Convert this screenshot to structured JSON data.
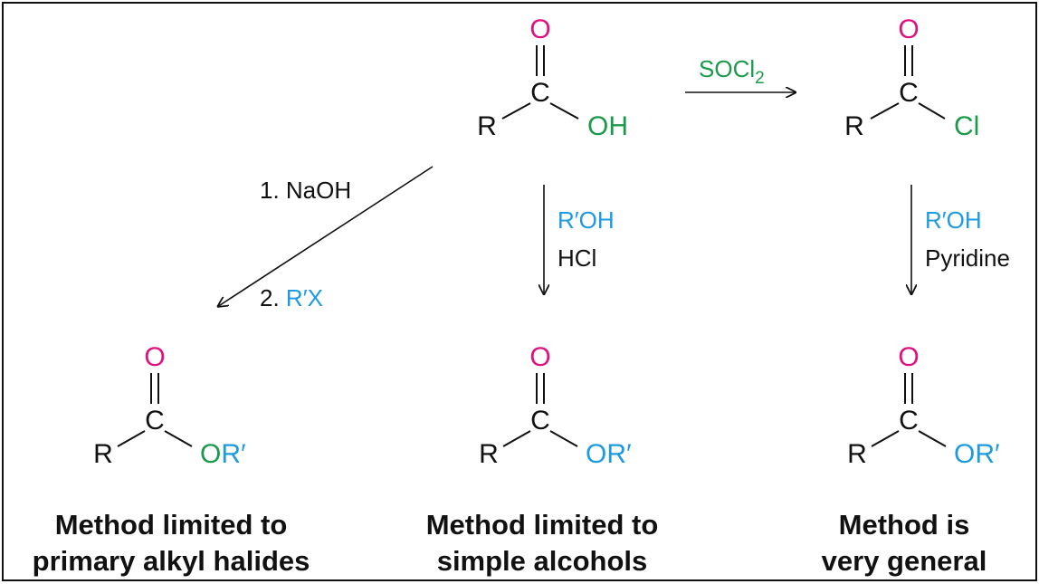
{
  "colors": {
    "black": "#111111",
    "oxygen_carbonyl": "#e0117f",
    "green": "#1a9a4a",
    "blue": "#1e9be0"
  },
  "atoms": {
    "O": "O",
    "C": "C",
    "R": "R",
    "OH": "OH",
    "Cl": "Cl",
    "O_prefix": "O",
    "R_prime": "R′",
    "OR_prime": "OR′"
  },
  "reagents": {
    "socl2_main": "SOCl",
    "socl2_sub": "2",
    "naoh": "1. NaOH",
    "rx_num": "2. ",
    "rx": "R′X",
    "middle_alcohol": "R′OH",
    "hcl": "HCl",
    "right_alcohol": "R′OH",
    "pyridine": "Pyridine"
  },
  "captions": {
    "left": [
      "Method limited to",
      "primary alkyl halides"
    ],
    "middle": [
      "Method limited to",
      "simple alcohols"
    ],
    "right": [
      "Method is",
      "very general"
    ]
  }
}
